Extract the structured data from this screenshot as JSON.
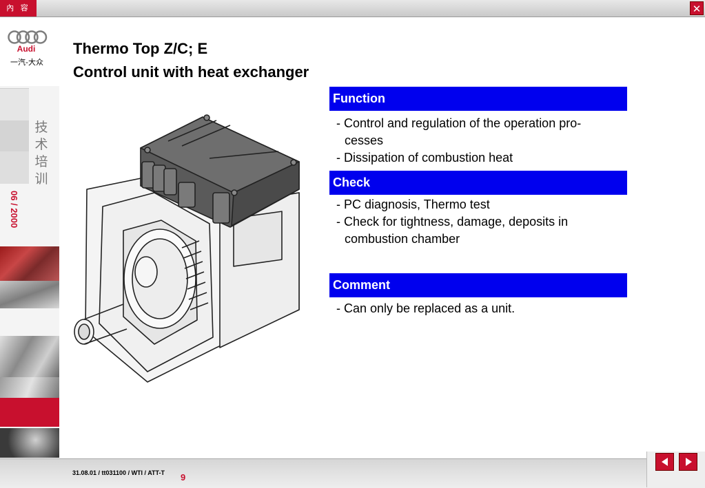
{
  "topbar": {
    "toc_label": "內 容",
    "close_label": "✕"
  },
  "sidebar": {
    "brand": "Audi",
    "company": "一汽-大众",
    "vertical_label": [
      "技",
      "术",
      "培",
      "训"
    ],
    "date": "06 / 2000"
  },
  "title": {
    "line1": "Thermo Top Z/C; E",
    "line2": "Control unit with heat exchanger"
  },
  "sections": {
    "function": {
      "header": "Function",
      "lines": [
        "- Control and regulation of the operation pro-",
        "cesses",
        "- Dissipation of combustion heat"
      ]
    },
    "check": {
      "header": "Check",
      "lines": [
        "- PC diagnosis, Thermo test",
        "- Check for tightness, damage, deposits in",
        "combustion chamber"
      ]
    },
    "comment": {
      "header": "Comment",
      "lines": [
        "- Can only be replaced as a unit."
      ]
    }
  },
  "footer": {
    "ref": "31.08.01 / tt031100 / WTI / ATT-T",
    "page": "9"
  },
  "colors": {
    "accent_red": "#c8102e",
    "header_blue": "#0000ee"
  },
  "icons": {
    "prev": "triangle-left-icon",
    "next": "triangle-right-icon",
    "close": "close-icon",
    "logo": "audi-rings-icon"
  }
}
